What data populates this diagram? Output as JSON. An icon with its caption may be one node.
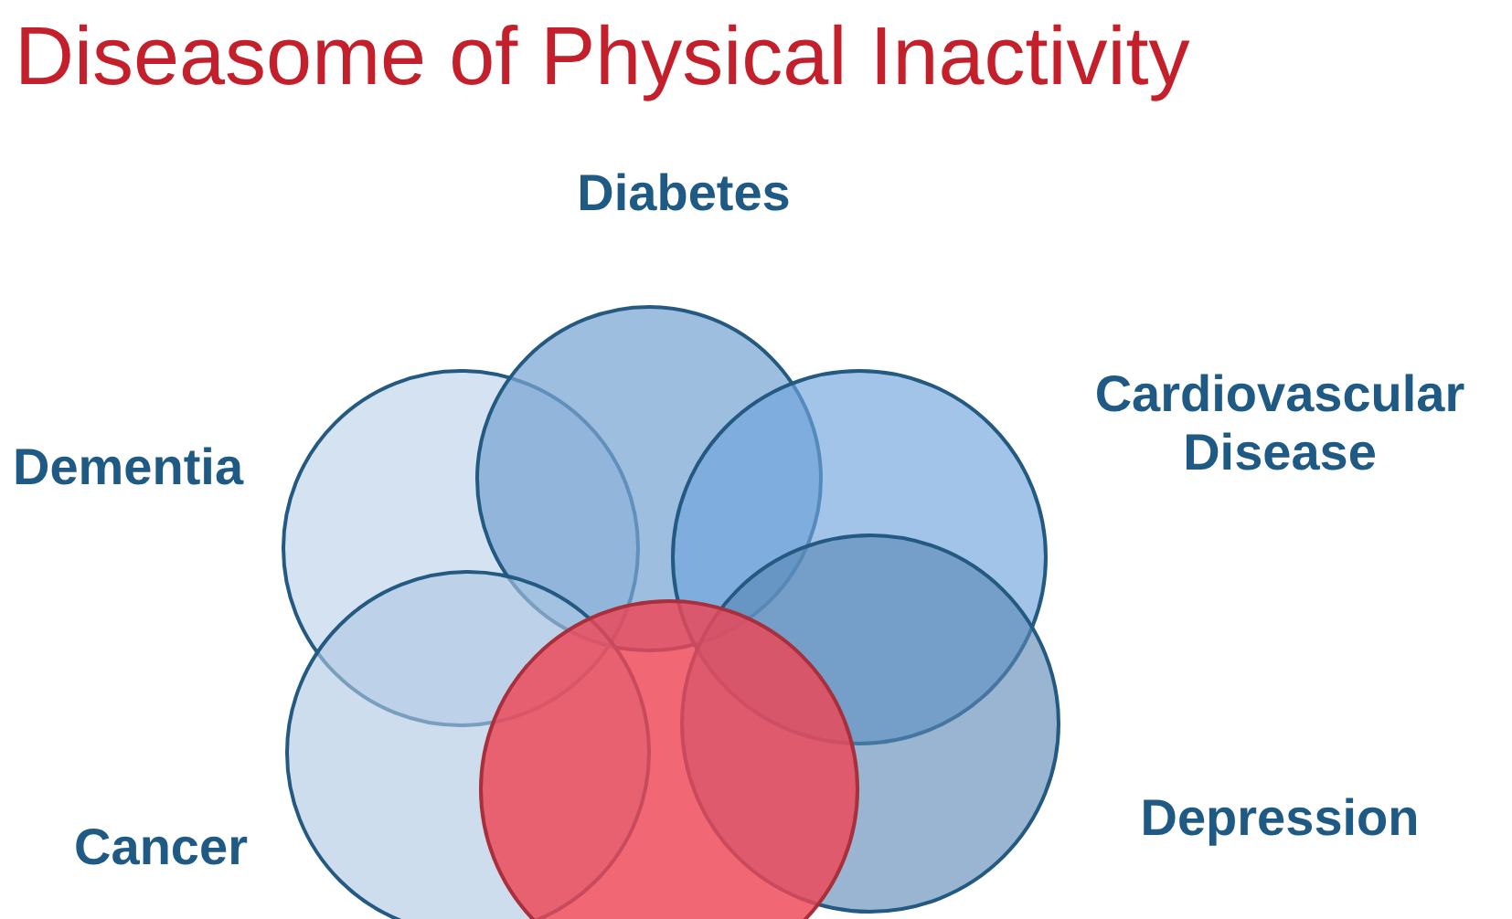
{
  "diagram": {
    "title": "Diseasome of Physical Inactivity",
    "nodes": [
      {
        "text": [
          "Diabetes"
        ]
      },
      {
        "text": [
          "Dementia"
        ]
      },
      {
        "text": [
          "Cardiovascular Disease"
        ]
      },
      {
        "text": [
          "Depression"
        ]
      },
      {
        "text": [
          "Cancer"
        ]
      },
      {
        "text": [],
        "shape": "circle"
      }
    ]
  }
}
